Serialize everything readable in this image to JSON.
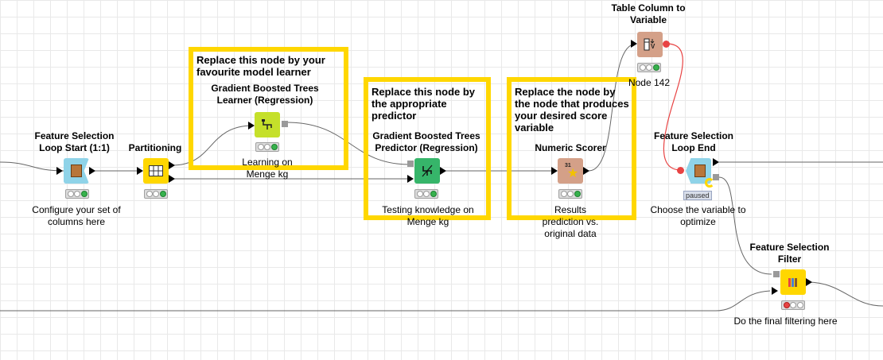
{
  "annotations": {
    "learner": "Replace this node by your favourite model learner",
    "predictor": "Replace this node by the appropriate predictor",
    "scorer": "Replace the node by the node that produces your desired score variable"
  },
  "nodes": {
    "loop_start": {
      "title": "Feature Selection Loop Start (1:1)",
      "label": "Configure your set of columns here"
    },
    "partitioning": {
      "title": "Partitioning",
      "label": ""
    },
    "learner": {
      "title": "Gradient Boosted Trees Learner (Regression)",
      "label": "Learning on Menge kg"
    },
    "predictor": {
      "title": "Gradient Boosted Trees Predictor (Regression)",
      "label": "Testing knowledge on Menge kg"
    },
    "scorer": {
      "title": "Numeric Scorer",
      "label": "Results prediction vs. original data"
    },
    "table_to_var": {
      "title": "Table Column to Variable",
      "label": "Node 142"
    },
    "loop_end": {
      "title": "Feature Selection Loop End",
      "label": "Choose the variable to optimize",
      "badge": "paused"
    },
    "filter": {
      "title": "Feature Selection Filter",
      "label": "Do the final filtering here"
    }
  },
  "colors": {
    "annotation_border": "#ffd700",
    "loop_node": "#8fd3e8",
    "manipulator_node": "#ffd700",
    "learner_node": "#c5e02a",
    "predictor_node": "#36b56a",
    "scorer_node": "#d4a088",
    "variable_connection": "#e84343"
  },
  "icons": {
    "loop_start": "loop-start-icon",
    "partitioning": "partition-grid-icon",
    "learner": "tree-learner-icon",
    "predictor": "tree-predictor-icon",
    "scorer": "scorer-star-icon",
    "table_to_var": "table-to-variable-icon",
    "loop_end": "loop-end-icon",
    "filter": "filter-columns-icon"
  }
}
